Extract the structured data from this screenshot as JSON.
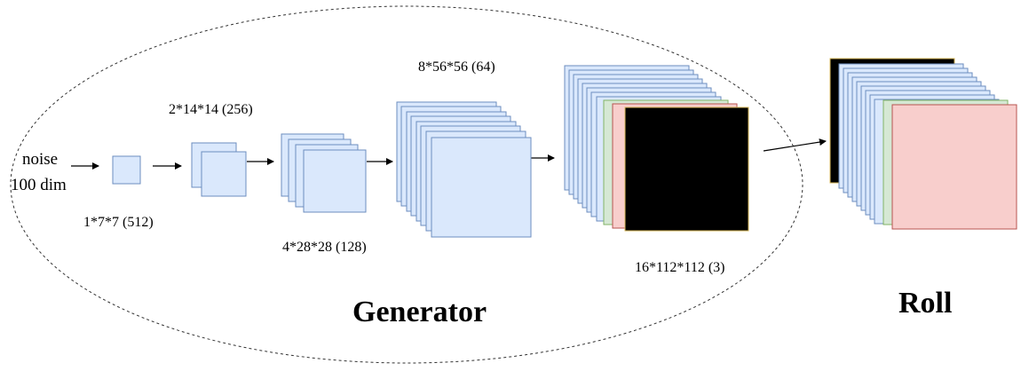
{
  "input": {
    "line1": "noise",
    "line2": "100 dim"
  },
  "layers": [
    {
      "label": "1*7*7 (512)"
    },
    {
      "label": "2*14*14 (256)"
    },
    {
      "label": "4*28*28 (128)"
    },
    {
      "label": "8*56*56 (64)"
    },
    {
      "label": "16*112*112 (3)"
    }
  ],
  "generator_title": "Generator",
  "roll_title": "Roll",
  "colors": {
    "feature": "#dae8fc",
    "feature_stroke": "#6c8ebf",
    "green": "#d5e8d4",
    "red": "#f8cecc",
    "black": "#000000",
    "dashed": "#333333"
  }
}
